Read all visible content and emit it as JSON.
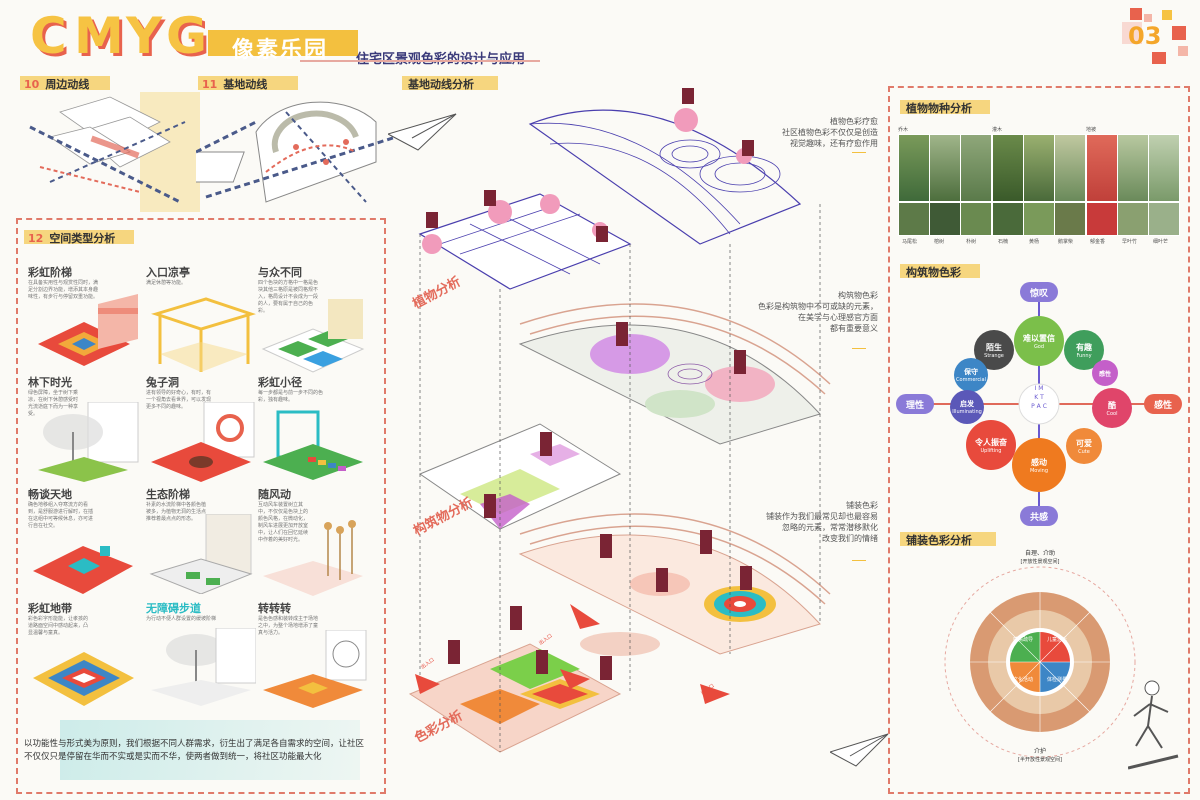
{
  "header": {
    "logo_letters": [
      "C",
      "M",
      "Y",
      "G"
    ],
    "park_name": "像素乐园",
    "subtitle": "住宅区景观色彩的设计与应用",
    "page_number": "03"
  },
  "sections": {
    "s10": {
      "num": "10",
      "title": "周边动线"
    },
    "s11": {
      "num": "11",
      "title": "基地动线"
    },
    "s11b": {
      "title": "基地动线分析"
    },
    "s12": {
      "num": "12",
      "title": "空间类型分析"
    },
    "plants": {
      "title": "植物物种分析"
    },
    "buildings": {
      "title": "构筑物色彩"
    },
    "paving": {
      "title": "铺装色彩分析"
    }
  },
  "space_cards": [
    {
      "title": "彩虹阶梯",
      "desc": "在具备实用性与观赏性同时，满足分割边界功能，增添其本身趣味性，有步行与停留双重功能。"
    },
    {
      "title": "入口凉亭",
      "desc": "满足休憩等功能。"
    },
    {
      "title": "与众不同",
      "desc": "四个色块的方格中一格是色块其他三格原是被同格规不入，格局设计不会成为一段的人，要有属于自己的色彩。"
    },
    {
      "title": "林下时光",
      "desc": "绿色屏障，坐于树下乘凉，在树下休憩感受时光流逝庭下而为一种享受。"
    },
    {
      "title": "兔子洞",
      "desc": "进有领导的好奇心，有时，有一个视角去看世界，可以发现更多不同的趣味。"
    },
    {
      "title": "彩虹小径",
      "desc": "每一步都是与前一步不同的色彩，独有趣味。"
    },
    {
      "title": "畅谈天地",
      "desc": "确色地移组入夺寒流方的看到，是舒服游进行解时，在插在这组中可等候休息，亦可进行自在社交。"
    },
    {
      "title": "生态阶梯",
      "desc": "补素的水流阶梯中各颜色植被多，为植物无洞的生活点推荐着最点点的形态。"
    },
    {
      "title": "随风动",
      "desc": "互动风车装置树立其中，不仅仅是色块上的颜色风格，在微动化，制风车进展更加开放室中，让人们在回忆延续中作着的美好时光。"
    },
    {
      "title": "彩虹地带",
      "desc": "彩色彩字形能能，让孝孩的道路面空间中感动起来，凸显温馨与童真。"
    },
    {
      "title": "无障碍步道",
      "desc": "为行动不便人群设置的缓坡阶梯"
    },
    {
      "title": "转转转",
      "desc": "是色色感和装转成主于场地之中，为整个场地增添了童真与活力。"
    }
  ],
  "footer_text": "以功能性与形式美为原则，我们根据不同人群需求，衍生出了满足各自需求的空间，让社区不仅仅只是停留在华而不实或是实而不华，使两者做到统一，将社区功能最大化",
  "layer_labels": [
    "植物分析",
    "构筑物分析",
    "色彩分析"
  ],
  "annotations": [
    {
      "title": "植物色彩疗愈",
      "lines": [
        "社区植物色彩不仅仅是创造",
        "视觉趣味，还有疗愈作用"
      ]
    },
    {
      "title": "构筑物色彩",
      "lines": [
        "色彩是构筑物中不可或缺的元素，",
        "在美学与心理感官方面",
        "都有重要意义"
      ]
    },
    {
      "title": "铺装色彩",
      "lines": [
        "铺装作为我们最常见却也最容易",
        "忽略的元素，常常潜移默化",
        "改变我们的情绪"
      ]
    }
  ],
  "plant_groups": [
    {
      "label": "乔木",
      "names": [
        "马尾松",
        "榕树",
        "朴树"
      ]
    },
    {
      "label": "灌木",
      "names": [
        "石楠",
        "黄杨",
        "鹅掌柴"
      ]
    },
    {
      "label": "地被",
      "names": [
        "郁金香",
        "早叶竹",
        "细叶芒"
      ]
    }
  ],
  "emotion_wheel": {
    "top": "惊叹",
    "bottom": "共感",
    "left": "理性",
    "right": "感性",
    "center_letters": [
      "I",
      "M",
      "K",
      "T",
      "P",
      "A",
      "C"
    ],
    "nodes": [
      {
        "cn": "陌生",
        "en": "Strange",
        "color": "#4a4a4a"
      },
      {
        "cn": "难以置信",
        "en": "God",
        "color": "#7bbf4a"
      },
      {
        "cn": "有趣",
        "en": "Funny",
        "color": "#3f9e5c"
      },
      {
        "cn": "保守",
        "en": "Commercial",
        "color": "#3d86c6"
      },
      {
        "cn": "感性",
        "en": "",
        "color": "#c45fc9"
      },
      {
        "cn": "启发",
        "en": "Illuminating",
        "color": "#5b58b8"
      },
      {
        "cn": "酷",
        "en": "Cool",
        "color": "#e0456a"
      },
      {
        "cn": "令人振奋",
        "en": "Uplifting",
        "color": "#e84a3c"
      },
      {
        "cn": "可爱",
        "en": "Cute",
        "color": "#f08a3a"
      },
      {
        "cn": "感动",
        "en": "Moving",
        "color": "#ef7a1f"
      }
    ]
  },
  "paving_wheel": {
    "top_label": "自理、介助",
    "top_sub": "[开放性景观空间]",
    "bottom_label": "介护",
    "bottom_sub": "[半开放性景观空间]",
    "center": [
      "感情疏导",
      "儿童游乐",
      "文化活动",
      "体检测量"
    ]
  },
  "flow_tags": [
    "出入口",
    "出入口",
    "出入口"
  ]
}
